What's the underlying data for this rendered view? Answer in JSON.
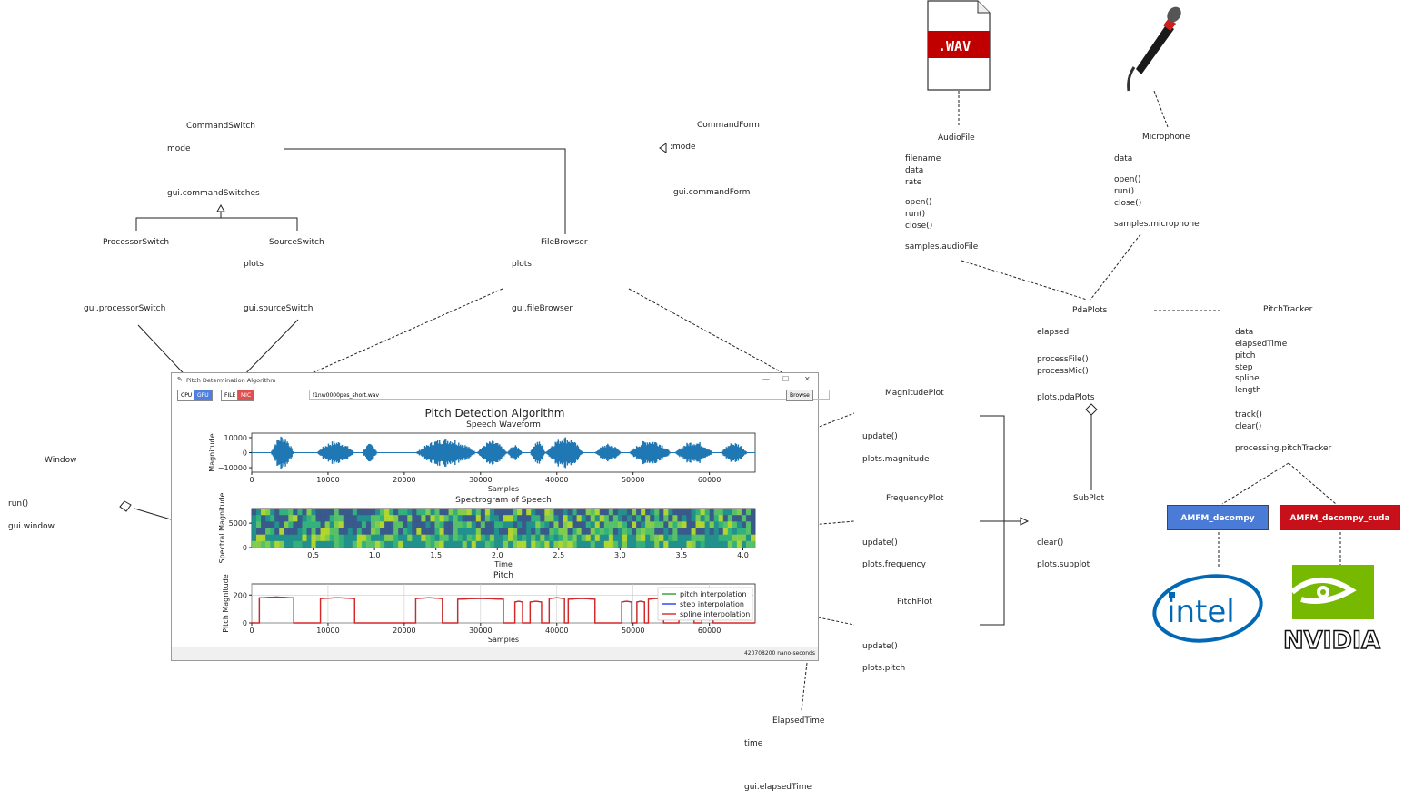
{
  "diagram": {
    "classes": {
      "command_switch": {
        "name": "CommandSwitch",
        "attrs": [
          "mode"
        ],
        "ops": [
          "gui.commandSwitches"
        ]
      },
      "command_form": {
        "name": "CommandForm",
        "attrs": [
          ":mode"
        ],
        "ops": [
          "gui.commandForm"
        ]
      },
      "processor_switch": {
        "name": "ProcessorSwitch",
        "attrs": [],
        "ops": [
          "gui.processorSwitch"
        ]
      },
      "source_switch": {
        "name": "SourceSwitch",
        "attrs": [
          "plots"
        ],
        "ops": [
          "gui.sourceSwitch"
        ]
      },
      "file_browser": {
        "name": "FileBrowser",
        "attrs": [
          "plots"
        ],
        "ops": [
          "gui.fileBrowser"
        ]
      },
      "audio_file": {
        "name": "AudioFile",
        "attrs": [
          "filename",
          "data",
          "rate"
        ],
        "ops": [
          "open()",
          "run()",
          "close()"
        ],
        "instance": "samples.audioFile"
      },
      "microphone": {
        "name": "Microphone",
        "attrs": [
          "data"
        ],
        "ops": [
          "open()",
          "run()",
          "close()"
        ],
        "instance": "samples.microphone"
      },
      "pda_plots": {
        "name": "PdaPlots",
        "attrs": [
          "elapsed"
        ],
        "ops": [
          "processFile()",
          "processMic()"
        ],
        "instance": "plots.pdaPlots"
      },
      "pitch_tracker": {
        "name": "PitchTracker",
        "attrs": [
          "data",
          "elapsedTime",
          "pitch",
          "step",
          "spline",
          "length"
        ],
        "ops": [
          "track()",
          "clear()"
        ],
        "instance": "processing.pitchTracker"
      },
      "magnitude_plot": {
        "name": "MagnitudePlot",
        "ops": [
          "update()"
        ],
        "instance": "plots.magnitude"
      },
      "frequency_plot": {
        "name": "FrequencyPlot",
        "ops": [
          "update()"
        ],
        "instance": "plots.frequency"
      },
      "pitch_plot": {
        "name": "PitchPlot",
        "ops": [
          "update()"
        ],
        "instance": "plots.pitch"
      },
      "sub_plot": {
        "name": "SubPlot",
        "ops": [
          "clear()"
        ],
        "instance": "plots.subplot"
      },
      "window": {
        "name": "Window",
        "ops": [
          "run()"
        ],
        "instance": "gui.window"
      },
      "elapsed_time": {
        "name": "ElapsedTime",
        "attrs": [
          "time"
        ],
        "instance": "gui.elapsedTime"
      }
    },
    "wav_label": ".WAV",
    "amfm_cpu": "AMFM_decompy",
    "amfm_gpu": "AMFM_decompy_cuda",
    "intel_logo": "intel",
    "nvidia_logo": "NVIDIA"
  },
  "app": {
    "window_title": "Pitch Determination Algorithm",
    "cpu_label": "CPU",
    "gpu_label": "GPU",
    "file_label": "FILE",
    "mic_label": "MIC",
    "filename": "f1nw0000pes_short.wav",
    "browse_label": "Browse",
    "main_title": "Pitch Detection Algorithm",
    "status": "420708200  nano-seconds"
  },
  "colors": {
    "gpu_blue": "#4f7fe0",
    "mic_red": "#e05050",
    "waveform": "#1f77b4",
    "amfm_blue": "#4a7bd6",
    "amfm_red": "#c8101a",
    "pitch_green": "#2ca02c",
    "step_blue": "#1f3fff",
    "spline_red": "#d62728"
  },
  "chart_data": [
    {
      "type": "line",
      "title": "Speech Waveform",
      "xlabel": "Samples",
      "ylabel": "Magnitude",
      "xlim": [
        0,
        66000
      ],
      "ylim": [
        -13000,
        13000
      ],
      "xticks": [
        0,
        10000,
        20000,
        30000,
        40000,
        50000,
        60000
      ],
      "yticks": [
        10000,
        0,
        -10000
      ],
      "segments": [
        {
          "x": [
            2500,
            5500
          ],
          "amp": 12000
        },
        {
          "x": [
            8500,
            13500
          ],
          "amp": 8000
        },
        {
          "x": [
            14500,
            16500
          ],
          "amp": 6000
        },
        {
          "x": [
            21500,
            29500
          ],
          "amp": 10000
        },
        {
          "x": [
            29500,
            33500
          ],
          "amp": 8000
        },
        {
          "x": [
            33500,
            35500
          ],
          "amp": 5000
        },
        {
          "x": [
            36500,
            38500
          ],
          "amp": 8000
        },
        {
          "x": [
            38500,
            43500
          ],
          "amp": 11000
        },
        {
          "x": [
            45000,
            48500
          ],
          "amp": 6000
        },
        {
          "x": [
            49500,
            55000
          ],
          "amp": 9000
        },
        {
          "x": [
            55500,
            60500
          ],
          "amp": 8000
        },
        {
          "x": [
            61500,
            65000
          ],
          "amp": 7000
        }
      ]
    },
    {
      "type": "heatmap",
      "title": "Spectrogram of Speech",
      "xlabel": "Time",
      "ylabel": "Spectral Magnitude",
      "xlim": [
        0.0,
        4.1
      ],
      "ylim": [
        0,
        8000
      ],
      "xticks": [
        0.5,
        1.0,
        1.5,
        2.0,
        2.5,
        3.0,
        3.5,
        4.0
      ],
      "yticks": [
        5000,
        0
      ]
    },
    {
      "type": "line",
      "title": "Pitch",
      "xlabel": "Samples",
      "ylabel": "Pitch Magnitude",
      "xlim": [
        0,
        66000
      ],
      "ylim": [
        0,
        280
      ],
      "xticks": [
        0,
        10000,
        20000,
        30000,
        40000,
        50000,
        60000
      ],
      "yticks": [
        200,
        0
      ],
      "grid": true,
      "legend": "top-right",
      "series": [
        {
          "name": "pitch interpolation",
          "color": "#2ca02c"
        },
        {
          "name": "step interpolation",
          "color": "#1f3fff"
        },
        {
          "name": "spline interpolation",
          "color": "#d62728"
        }
      ],
      "voiced_segments": [
        {
          "x": [
            1000,
            5500
          ],
          "y": 180
        },
        {
          "x": [
            9000,
            13500
          ],
          "y": 175
        },
        {
          "x": [
            21500,
            25000
          ],
          "y": 175
        },
        {
          "x": [
            27000,
            33000
          ],
          "y": 170
        },
        {
          "x": [
            34500,
            35500
          ],
          "y": 150
        },
        {
          "x": [
            36500,
            38000
          ],
          "y": 150
        },
        {
          "x": [
            39000,
            41000
          ],
          "y": 175
        },
        {
          "x": [
            41500,
            45000
          ],
          "y": 170
        },
        {
          "x": [
            48500,
            49800
          ],
          "y": 150
        },
        {
          "x": [
            50500,
            51500
          ],
          "y": 150
        },
        {
          "x": [
            52000,
            54000
          ],
          "y": 170
        },
        {
          "x": [
            56000,
            58000
          ],
          "y": 160
        },
        {
          "x": [
            59000,
            60500
          ],
          "y": 165
        }
      ]
    }
  ]
}
